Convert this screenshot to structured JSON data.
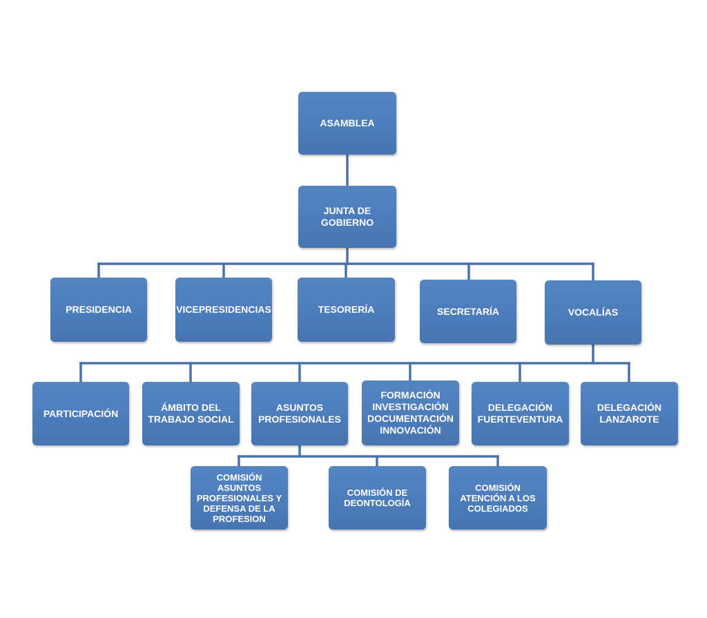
{
  "org_chart": {
    "asamblea": "ASAMBLEA",
    "junta": "JUNTA DE\nGOBIERNO",
    "presidencia": "PRESIDENCIA",
    "vicepresidencias": "VICEPRESIDENCIAS",
    "tesoreria": "TESORERÍA",
    "secretaria": "SECRETARÍA",
    "vocalias": "VOCALÍAS",
    "participacion": "PARTICIPACIÓN",
    "ambito": "ÁMBITO DEL\nTRABAJO SOCIAL",
    "asuntos": "ASUNTOS\nPROFESIONALES",
    "formacion": "FORMACIÓN\nINVESTIGACIÓN\nDOCUMENTACIÓN\nINNOVACIÓN",
    "fuerteventura": "DELEGACIÓN\nFUERTEVENTURA",
    "lanzarote": "DELEGACIÓN\nLANZAROTE",
    "comision_asuntos": "COMISIÓN\nASUNTOS\nPROFESIONALES Y\nDEFENSA DE LA\nPROFESION",
    "comision_deontologia": "COMISIÓN DE\nDEONTOLOGÍA",
    "comision_atencion": "COMISIÓN\nATENCIÓN A LOS\nCOLEGIADOS"
  },
  "colors": {
    "box_fill": "#4f7fbd",
    "connector": "#4a72a8",
    "text": "#ffffff"
  }
}
